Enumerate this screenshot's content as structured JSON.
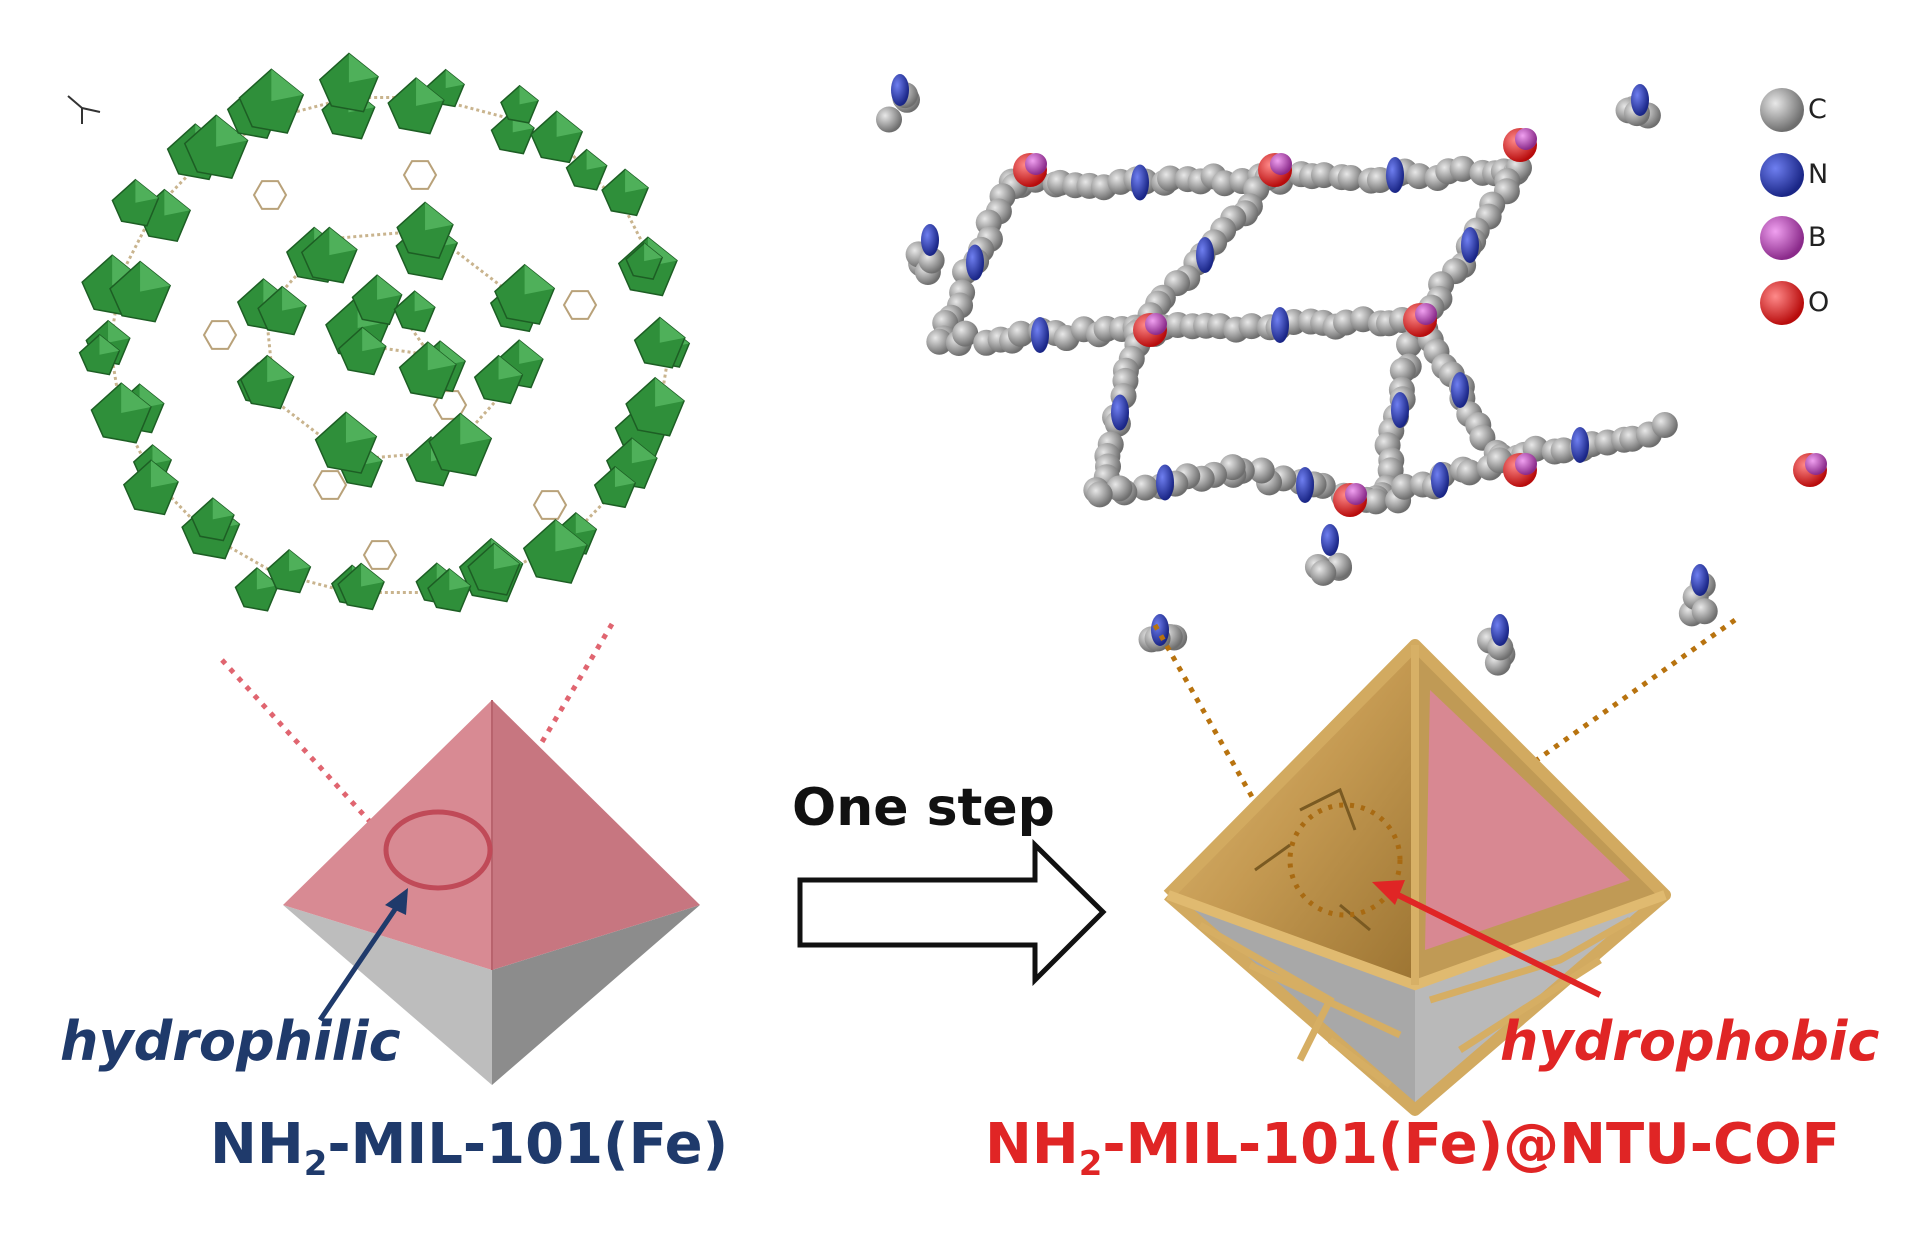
{
  "legend": [
    {
      "symbol": "C",
      "color": "#8a8a8a"
    },
    {
      "symbol": "N",
      "color": "#2b3fb0"
    },
    {
      "symbol": "B",
      "color": "#b23cb2"
    },
    {
      "symbol": "O",
      "color": "#e01818"
    }
  ],
  "arrow_label": "One step",
  "left": {
    "property": "hydrophilic",
    "property_color": "#1f3a6b",
    "formula_pre": "NH",
    "formula_sub": "2",
    "formula_post": "-MIL-101(Fe)",
    "formula_color": "#1f3a6b"
  },
  "right": {
    "property": "hydrophobic",
    "property_color": "#e02525",
    "formula_pre": "NH",
    "formula_sub": "2",
    "formula_post": "-MIL-101(Fe)@NTU-COF",
    "formula_color": "#e02525"
  },
  "colors": {
    "mof_green": "#2f8f3a",
    "pyramid_pink": "#d88892",
    "pyramid_grey": "#9a9a9a",
    "cof_gold": "#c9a05a"
  }
}
